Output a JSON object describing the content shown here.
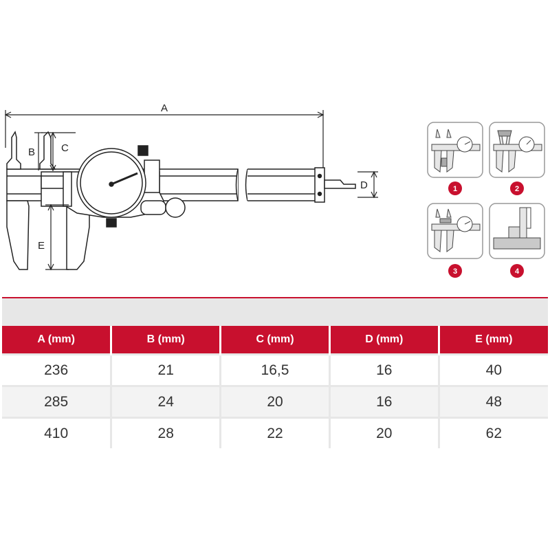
{
  "diagram": {
    "labels": {
      "a": "A",
      "b": "B",
      "c": "C",
      "d": "D",
      "e": "E"
    },
    "thumbnails": [
      {
        "number": "1"
      },
      {
        "number": "2"
      },
      {
        "number": "3"
      },
      {
        "number": "4"
      }
    ]
  },
  "colors": {
    "accent": "#c8102e",
    "ink": "#222222",
    "panel": "#e7e7e7"
  },
  "table": {
    "headers": [
      "A (mm)",
      "B (mm)",
      "C (mm)",
      "D (mm)",
      "E (mm)"
    ],
    "rows": [
      [
        "236",
        "21",
        "16,5",
        "16",
        "40"
      ],
      [
        "285",
        "24",
        "20",
        "16",
        "48"
      ],
      [
        "410",
        "28",
        "22",
        "20",
        "62"
      ]
    ]
  }
}
